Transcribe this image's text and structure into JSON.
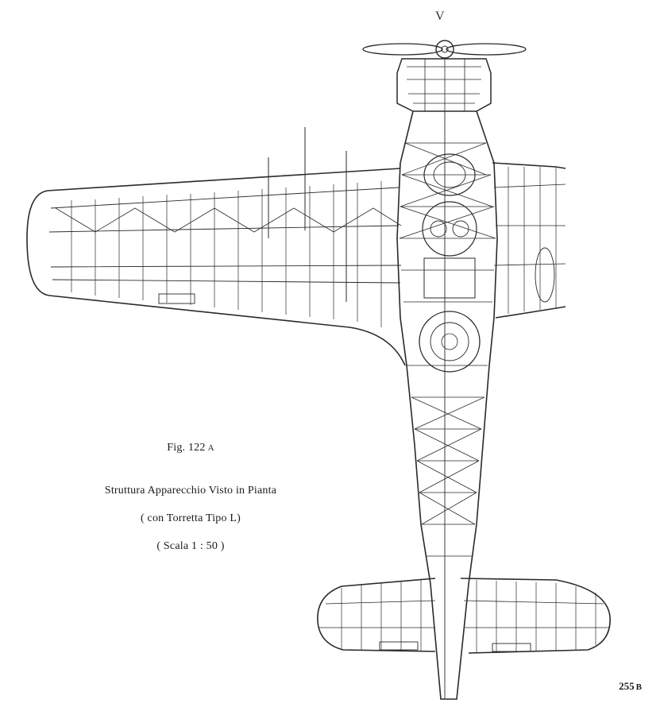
{
  "figure": {
    "number": "Fig.  122",
    "suffix": "A",
    "title": "Struttura Apparecchio Visto in Pianta",
    "subtitle": "( con Torretta Tipo L)",
    "scale": "( Scala 1 : 50 )"
  },
  "page": {
    "number": "255",
    "suffix": "B"
  },
  "direction_mark": "V",
  "colors": {
    "ink": "#2a2a2a",
    "paper": "#ffffff"
  }
}
